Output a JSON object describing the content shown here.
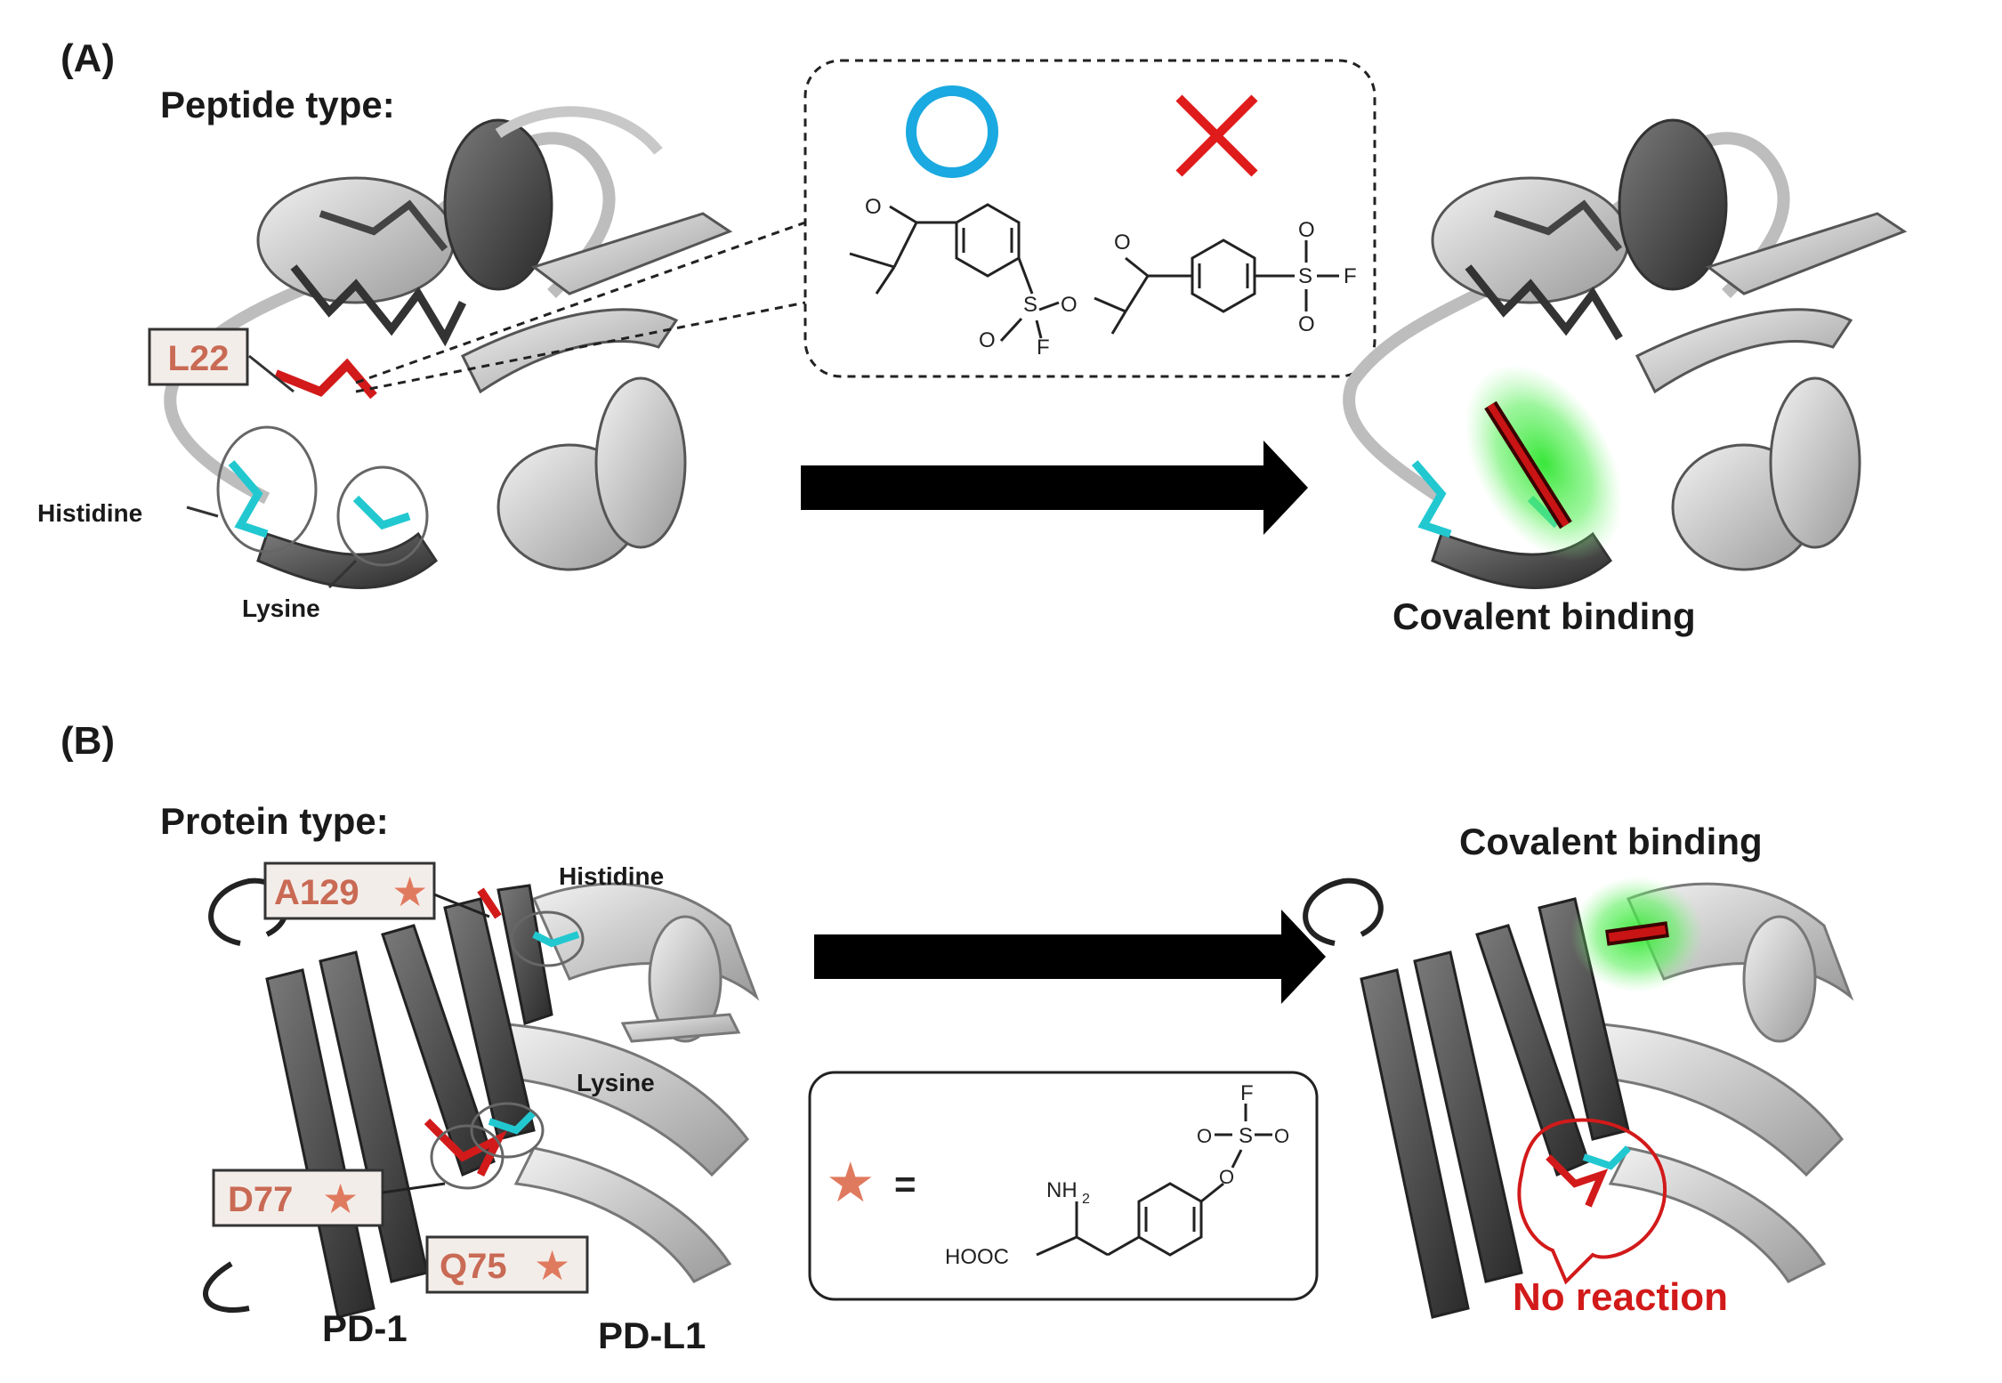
{
  "panel_a": {
    "letter": "(A)",
    "title": "Peptide type:",
    "residue_box": "L22",
    "histidine": "Histidine",
    "lysine": "Lysine",
    "result": "Covalent binding",
    "symbols": {
      "ok": "circle",
      "ng": "cross"
    },
    "chem_ok": {
      "o": "O",
      "s": "S",
      "f": "F"
    },
    "chem_ng": {
      "o": "O",
      "s": "S",
      "f": "F"
    }
  },
  "panel_b": {
    "letter": "(B)",
    "title": "Protein type:",
    "residues": [
      "A129",
      "D77",
      "Q75"
    ],
    "histidine": "Histidine",
    "lysine": "Lysine",
    "pd1": "PD-1",
    "pdl1": "PD-L1",
    "result": "Covalent binding",
    "no_reaction": "No reaction",
    "legend": {
      "eq": "=",
      "nh2": "NH",
      "hooc": "HOOC",
      "f": "F",
      "s": "S",
      "o": "O"
    }
  },
  "colors": {
    "cyan": "#1aa9e0",
    "red": "#e01b1b",
    "box_text": "#c96a55",
    "glow": "#2ee52e",
    "his_lys": "#22c8d0"
  }
}
